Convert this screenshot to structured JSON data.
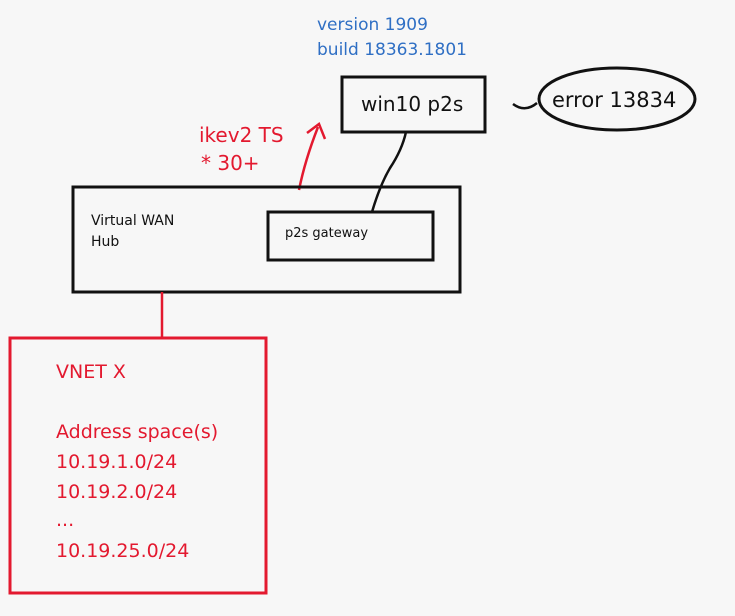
{
  "client": {
    "version_line": "version 1909",
    "build_line": "build 18363.1801",
    "label": "win10 p2s"
  },
  "error": {
    "label": "error 13834"
  },
  "traffic_selectors": {
    "line1": "ikev2 TS",
    "line2": "* 30+"
  },
  "hub": {
    "line1": "Virtual WAN",
    "line2": "Hub",
    "gateway_label": "p2s gateway"
  },
  "vnet": {
    "title": "VNET X",
    "address_heading": "Address space(s)",
    "prefixes": [
      "10.19.1.0/24",
      "10.19.2.0/24",
      "...",
      "10.19.25.0/24"
    ]
  },
  "colors": {
    "ink": "#111111",
    "red": "#e3192f",
    "blue": "#2f6fc4",
    "background": "#f7f7f7"
  }
}
